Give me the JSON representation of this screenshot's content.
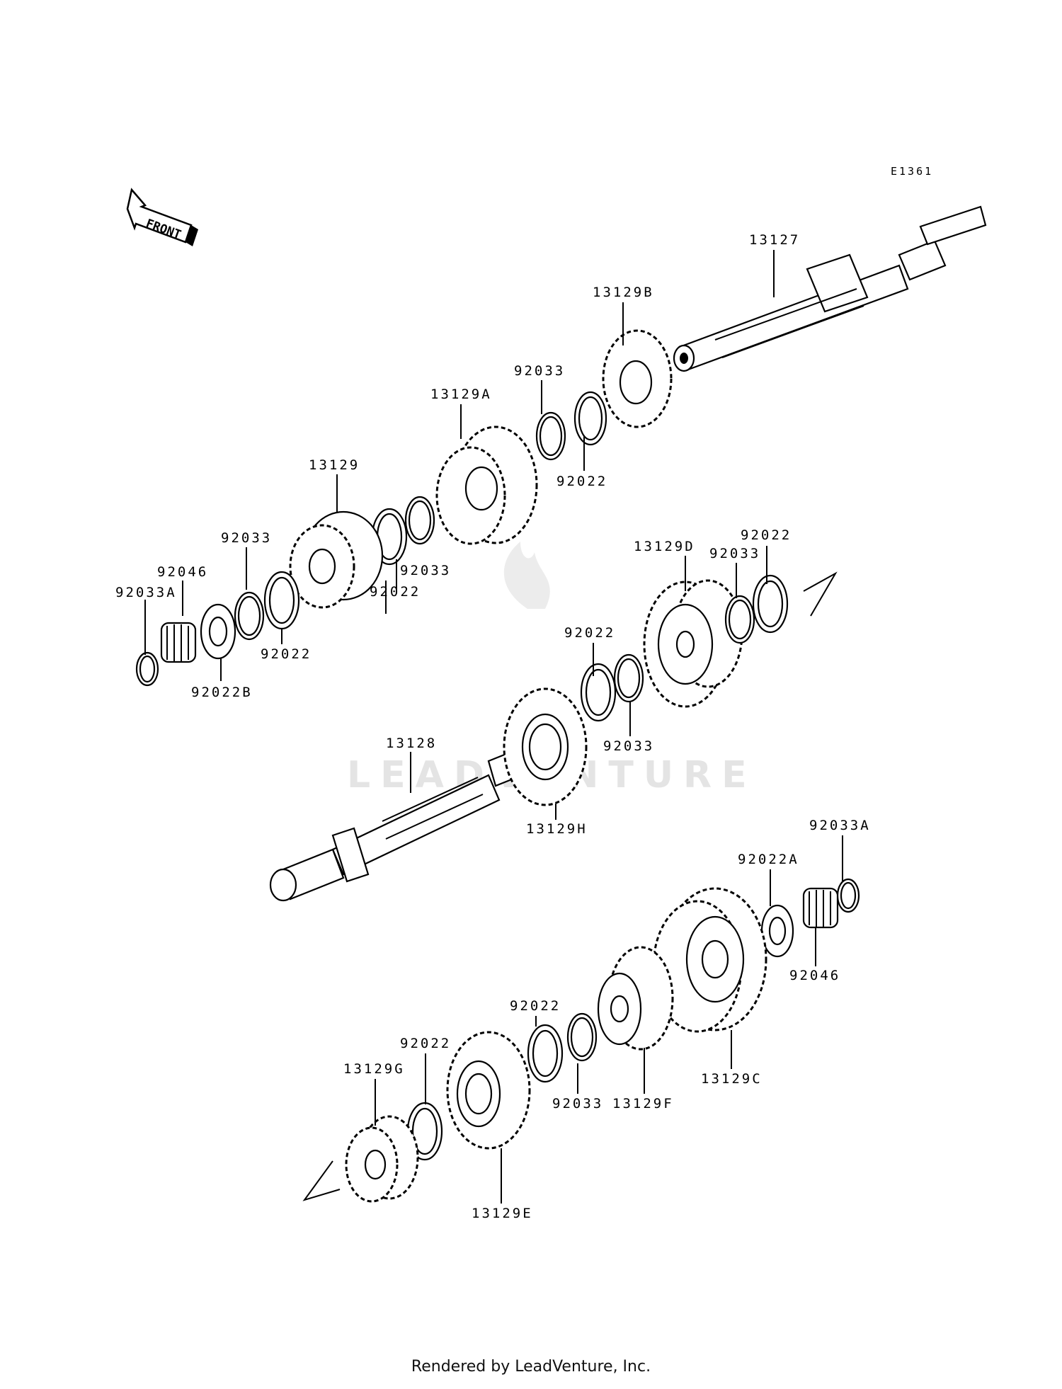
{
  "diagram": {
    "code": "E1361",
    "front_label": "FRONT",
    "watermark": "LEADVENTURE",
    "footer": "Rendered by LeadVenture, Inc.",
    "parts": [
      {
        "id": "p13127",
        "label": "13127"
      },
      {
        "id": "p13129B",
        "label": "13129B"
      },
      {
        "id": "p92033a",
        "label": "92033"
      },
      {
        "id": "p13129A",
        "label": "13129A"
      },
      {
        "id": "p92022a",
        "label": "92022"
      },
      {
        "id": "p13129",
        "label": "13129"
      },
      {
        "id": "p92033b",
        "label": "92033"
      },
      {
        "id": "p92022b",
        "label": "92022"
      },
      {
        "id": "p92033c",
        "label": "92033"
      },
      {
        "id": "p92046a",
        "label": "92046"
      },
      {
        "id": "p92033Aa",
        "label": "92033A"
      },
      {
        "id": "p92022c",
        "label": "92022"
      },
      {
        "id": "p92022Ba",
        "label": "92022B"
      },
      {
        "id": "p13129D",
        "label": "13129D"
      },
      {
        "id": "p92022d",
        "label": "92022"
      },
      {
        "id": "p92033d",
        "label": "92033"
      },
      {
        "id": "p92022e",
        "label": "92022"
      },
      {
        "id": "p92033e",
        "label": "92033"
      },
      {
        "id": "p13128",
        "label": "13128"
      },
      {
        "id": "p13129H",
        "label": "13129H"
      },
      {
        "id": "p92033Ab",
        "label": "92033A"
      },
      {
        "id": "p92022Aa",
        "label": "92022A"
      },
      {
        "id": "p92046b",
        "label": "92046"
      },
      {
        "id": "p92022f",
        "label": "92022"
      },
      {
        "id": "p92022g",
        "label": "92022"
      },
      {
        "id": "p13129G",
        "label": "13129G"
      },
      {
        "id": "p92033f",
        "label": "92033"
      },
      {
        "id": "p13129F",
        "label": "13129F"
      },
      {
        "id": "p13129C",
        "label": "13129C"
      },
      {
        "id": "p13129E",
        "label": "13129E"
      }
    ]
  }
}
